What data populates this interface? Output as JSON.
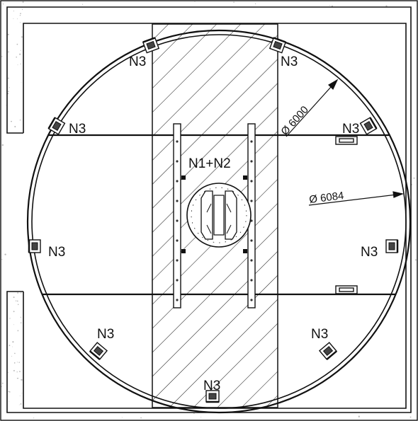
{
  "labels": {
    "n3": "N3",
    "center": "N1+N2",
    "dim_inner": "Ø 6000",
    "dim_outer": "Ø 6084"
  },
  "colors": {
    "line": "#111111",
    "hatch": "#222222",
    "background": "#ffffff",
    "concrete_speckle": "#b9b9b9"
  }
}
